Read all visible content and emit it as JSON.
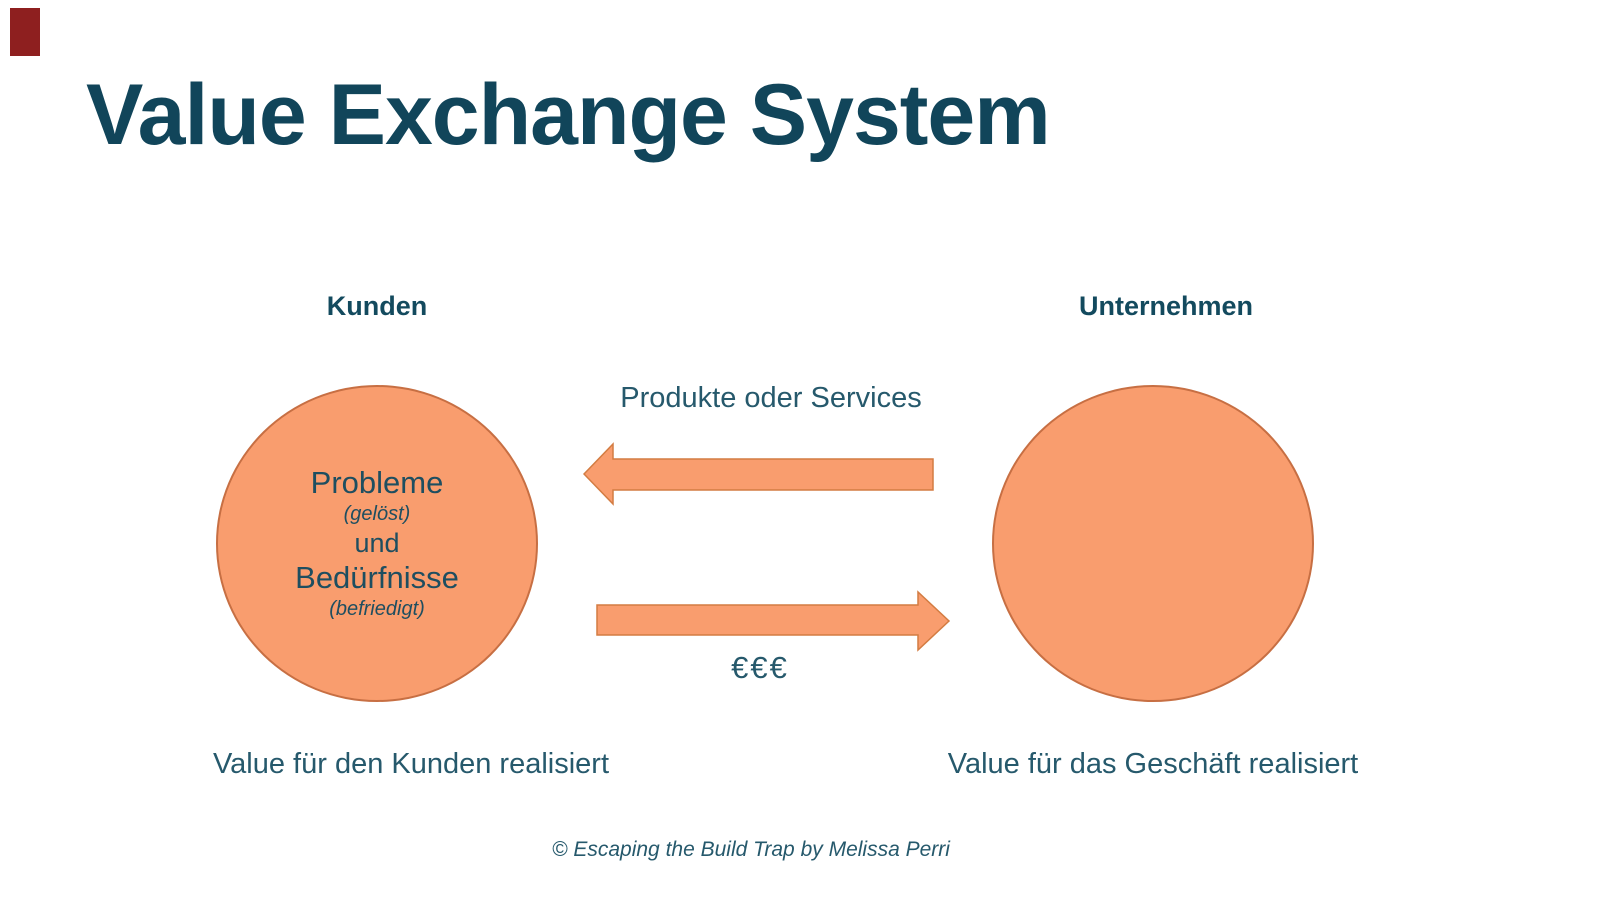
{
  "title": "Value Exchange System",
  "customers": {
    "heading": "Kunden",
    "circle": {
      "line1": "Probleme",
      "line2": "(gelöst)",
      "line3": "und",
      "line4": "Bedürfnisse",
      "line5": "(befriedigt)"
    },
    "caption": "Value für den Kunden realisiert"
  },
  "business": {
    "heading": "Unternehmen",
    "caption": "Value für das Geschäft realisiert"
  },
  "exchange": {
    "products_label": "Produkte oder Services",
    "money_label": "€€€"
  },
  "footer": "© Escaping the Build Trap by Melissa Perri",
  "colors": {
    "title_color": "#11455A",
    "heading_color": "#134A5E",
    "text_color": "#26596C",
    "circle_text_color": "#1E4E60",
    "circle_fill": "#F99D6E",
    "circle_border": "#C76F43",
    "arrow_fill": "#F99D6E",
    "arrow_border": "#D37C42",
    "marker_color": "#8E1F1F"
  }
}
